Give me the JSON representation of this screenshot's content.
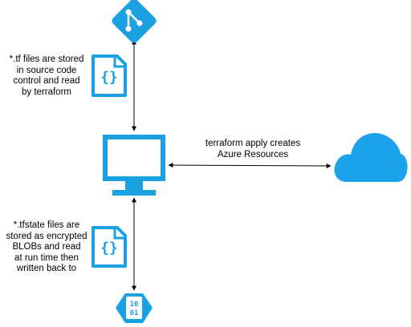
{
  "nodes": {
    "git": {
      "icon": "git-icon"
    },
    "tf_file": {
      "icon": "code-file-icon"
    },
    "computer": {
      "icon": "monitor-icon"
    },
    "cloud": {
      "icon": "cloud-icon"
    },
    "tfstate_file": {
      "icon": "code-file-icon"
    },
    "blob_storage": {
      "icon": "blob-storage-icon",
      "glyph_top": "10",
      "glyph_bottom": "01"
    }
  },
  "labels": {
    "tf_files": "*.tf files are stored\nin source code\ncontrol and read\nby terraform",
    "apply": "terraform apply creates\nAzure Resources",
    "tfstate": "*.tfstate files are\nstored as encrypted\nBLOBs and read\nat run time then\nwritten back to"
  },
  "colors": {
    "accent": "#1BA1E2",
    "accent_dark": "#0E86C8",
    "cloud": "#1CA3EC",
    "line": "#000000",
    "text": "#000000"
  }
}
